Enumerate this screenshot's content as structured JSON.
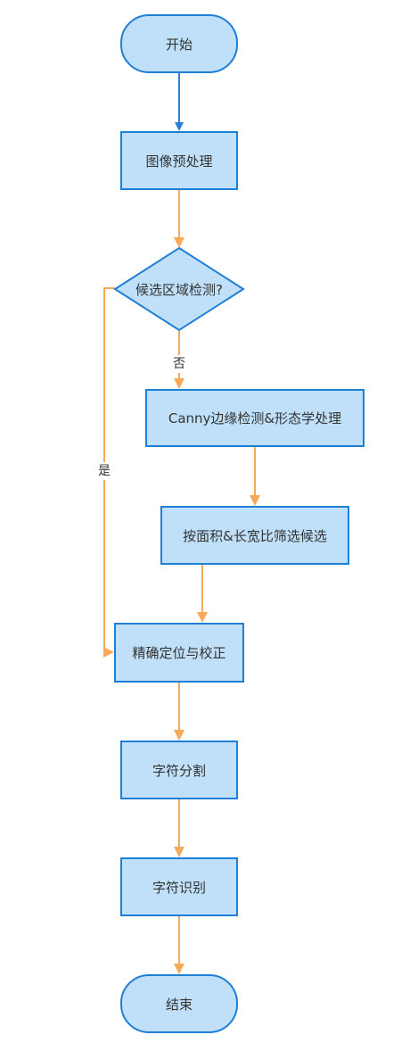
{
  "colors": {
    "node_fill": "#bfe0f8",
    "node_border": "#1f7fd6",
    "arrow_orange": "#f7a95a",
    "arrow_blue": "#2a7fd4"
  },
  "nodes": {
    "start": "开始",
    "preprocess": "图像预处理",
    "candidate_check": "候选区域检测?",
    "canny": "Canny边缘检测&形态学处理",
    "filter": "按面积&长宽比筛选候选",
    "locate": "精确定位与校正",
    "segment": "字符分割",
    "recognize": "字符识别",
    "end": "结束"
  },
  "edge_labels": {
    "no": "否",
    "yes": "是"
  }
}
